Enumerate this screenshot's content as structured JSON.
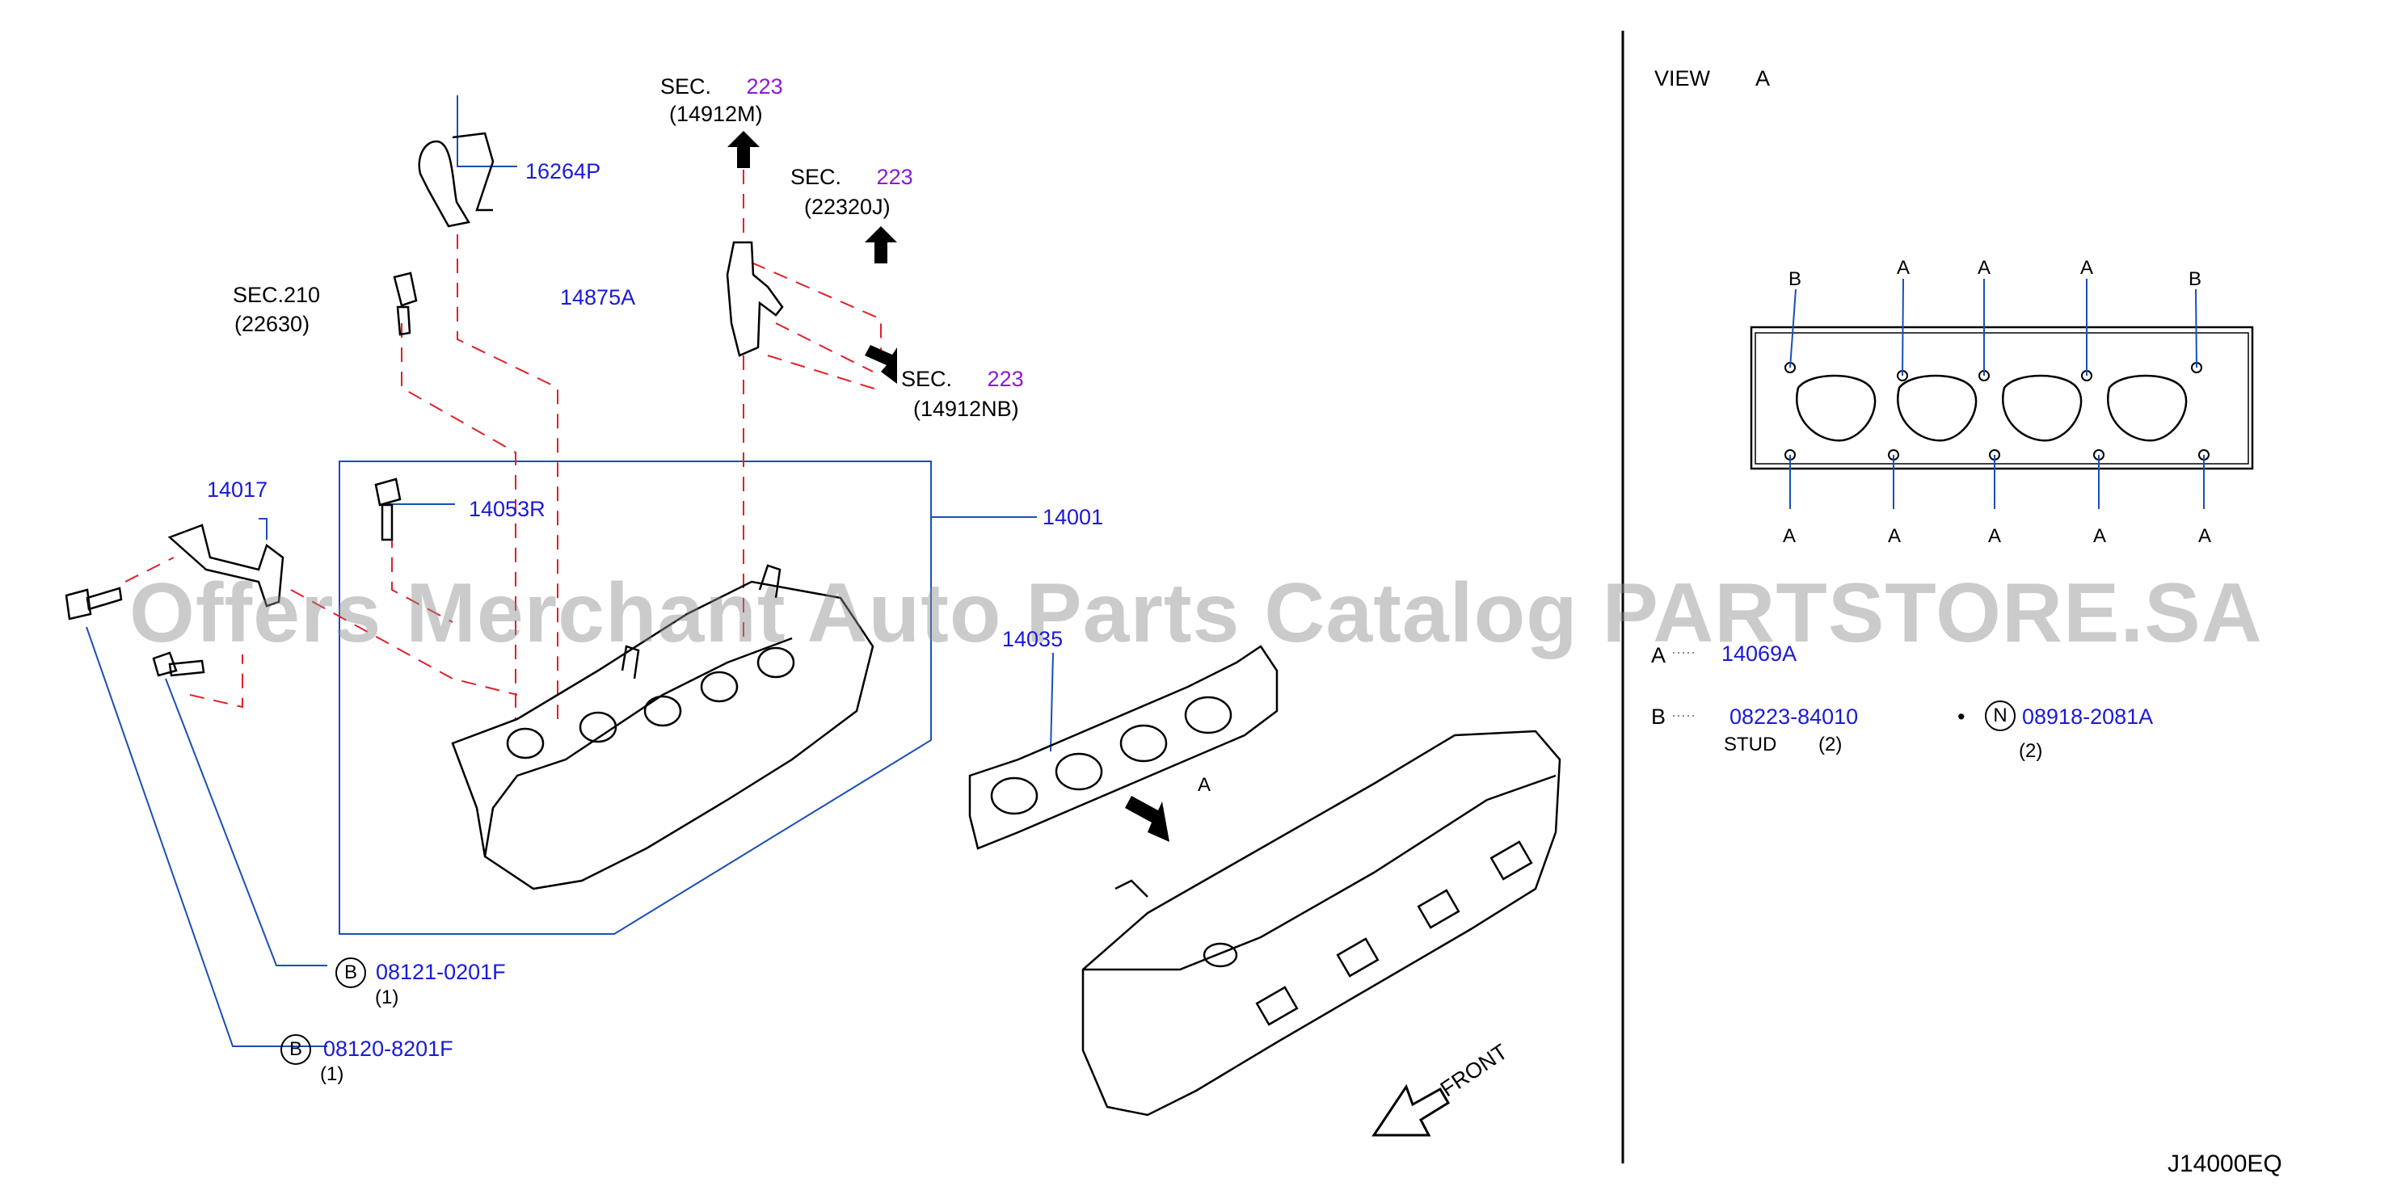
{
  "watermark": "Offers Merchant Auto Parts Catalog PARTSTORE.SA",
  "diagram_code": "J14000EQ",
  "view_label": {
    "view": "VIEW",
    "letter": "A"
  },
  "front_label": "FRONT",
  "arrow_label_a": "A",
  "sec_refs": [
    {
      "sec": "SEC.",
      "num": "223",
      "part": "(14912M)"
    },
    {
      "sec": "SEC.",
      "num": "223",
      "part": "(22320J)"
    },
    {
      "sec": "SEC.",
      "num": "223",
      "part": "(14912NB)"
    },
    {
      "sec": "SEC.210",
      "part": "(22630)"
    }
  ],
  "parts": {
    "p16264P": "16264P",
    "p14875A": "14875A",
    "p14017": "14017",
    "p14053R": "14053R",
    "p14001": "14001",
    "p14035": "14035"
  },
  "fasteners": [
    {
      "symbol": "B",
      "part": "08121-0201F",
      "qty": "(1)"
    },
    {
      "symbol": "B",
      "part": "08120-8201F",
      "qty": "(1)"
    }
  ],
  "view_a": {
    "top_labels": [
      "B",
      "A",
      "A",
      "A",
      "B"
    ],
    "bottom_labels": [
      "A",
      "A",
      "A",
      "A",
      "A"
    ]
  },
  "legend": [
    {
      "key": "A",
      "dots": "·····",
      "part": "14069A"
    },
    {
      "key": "B",
      "dots": "·····",
      "part": "08223-84010",
      "desc": "STUD",
      "qty": "(2)"
    },
    {
      "bullet": "•",
      "symbol": "N",
      "part": "08918-2081A",
      "qty": "(2)"
    }
  ]
}
